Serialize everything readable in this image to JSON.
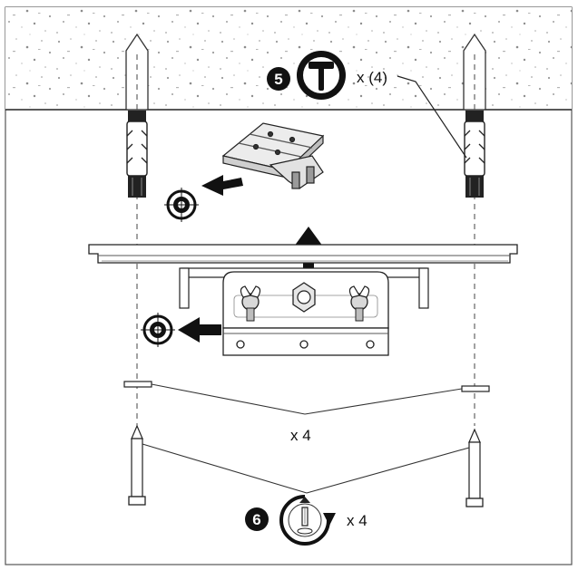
{
  "steps": [
    {
      "number": "5",
      "count": "x (4)",
      "tool": "hammer-icon"
    },
    {
      "number": "6",
      "count": "x 4",
      "tool": "screwdriver-rotate-icon"
    }
  ],
  "washers_count": "x 4"
}
